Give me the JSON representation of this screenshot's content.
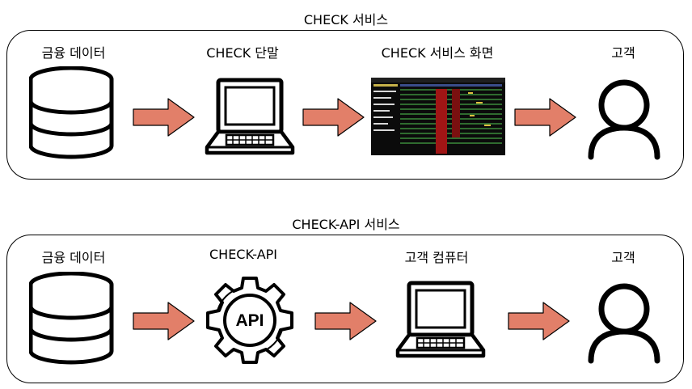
{
  "sections": [
    {
      "title": "CHECK 서비스",
      "steps": [
        {
          "label": "금융 데이터",
          "icon": "database-icon"
        },
        {
          "label": "CHECK 단말",
          "icon": "laptop-icon"
        },
        {
          "label": "CHECK 서비스 화면",
          "icon": "terminal-screen-image"
        },
        {
          "label": "고객",
          "icon": "person-icon"
        }
      ]
    },
    {
      "title": "CHECK-API 서비스",
      "steps": [
        {
          "label": "금융 데이터",
          "icon": "database-icon"
        },
        {
          "label": "CHECK-API",
          "icon": "api-gear-icon",
          "icon_text": "API"
        },
        {
          "label": "고객 컴퓨터",
          "icon": "laptop-icon"
        },
        {
          "label": "고객",
          "icon": "person-icon"
        }
      ]
    }
  ],
  "colors": {
    "arrow_fill": "#E27F69",
    "arrow_stroke": "#000000",
    "screen_bg": "#0b0b0b",
    "screen_accent": "#a01515"
  }
}
